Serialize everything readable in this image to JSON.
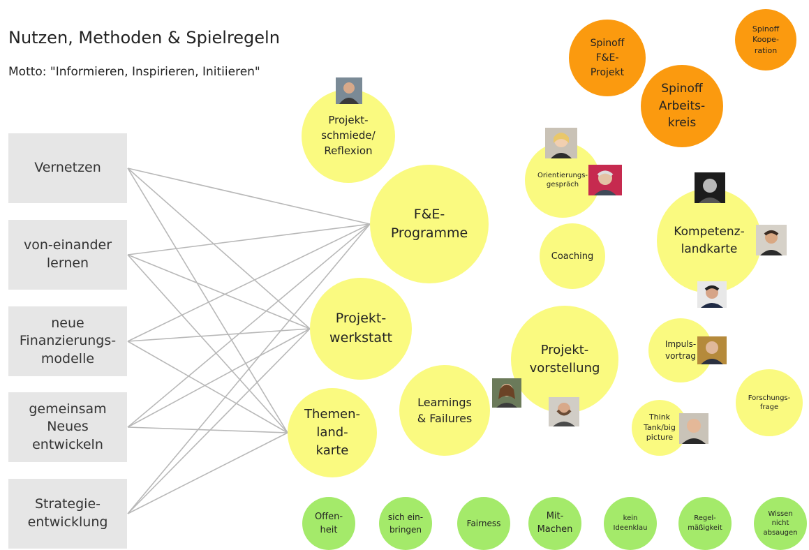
{
  "header": {
    "title": "Nutzen, Methoden & Spielregeln",
    "motto": "Motto: \"Informieren, Inspirieren, Initiieren\""
  },
  "benefits": [
    {
      "label": "Vernetzen"
    },
    {
      "label": "von-einander\nlernen"
    },
    {
      "label": "neue\nFinanzierungs-\nmodelle"
    },
    {
      "label": "gemeinsam\nNeues\nentwickeln"
    },
    {
      "label": "Strategie-\nentwicklung"
    }
  ],
  "methods": {
    "projektschmiede": "Projekt-\nschmiede/\nReflexion",
    "fe_programme": "F&E-\nProgramme",
    "projektwerkstatt": "Projekt-\nwerkstatt",
    "themenlandkarte": "Themen-\nland-\nkarte",
    "learnings": "Learnings\n& Failures",
    "projektvorstellung": "Projekt-\nvorstellung",
    "orientierung": "Orientierungs-\ngespräch",
    "coaching": "Coaching",
    "kompetenz": "Kompetenz-\nlandkarte",
    "impuls": "Impuls-\nvortrag",
    "think_tank": "Think\nTank/big\npicture",
    "forschungsfrage": "Forschungs-\nfrage"
  },
  "spinoffs": {
    "fe_projekt": "Spinoff\nF&E-\nProjekt",
    "kooperation": "Spinoff\nKoope-\nration",
    "arbeitskreis": "Spinoff\nArbeits-\nkreis"
  },
  "rules": [
    {
      "label": "Offen-\nheit"
    },
    {
      "label": "sich ein-\nbringen"
    },
    {
      "label": "Fairness"
    },
    {
      "label": "Mit-\nMachen"
    },
    {
      "label": "kein\nIdeenklau"
    },
    {
      "label": "Regel-\nmäßigkeit"
    },
    {
      "label": "Wissen\nnicht\nabsaugen"
    }
  ],
  "colors": {
    "method": "#fafa80",
    "spinoff": "#fb9a0f",
    "rule": "#a4ea6a",
    "benefit_box": "#e6e6e6",
    "connector": "#b8b8b8"
  }
}
